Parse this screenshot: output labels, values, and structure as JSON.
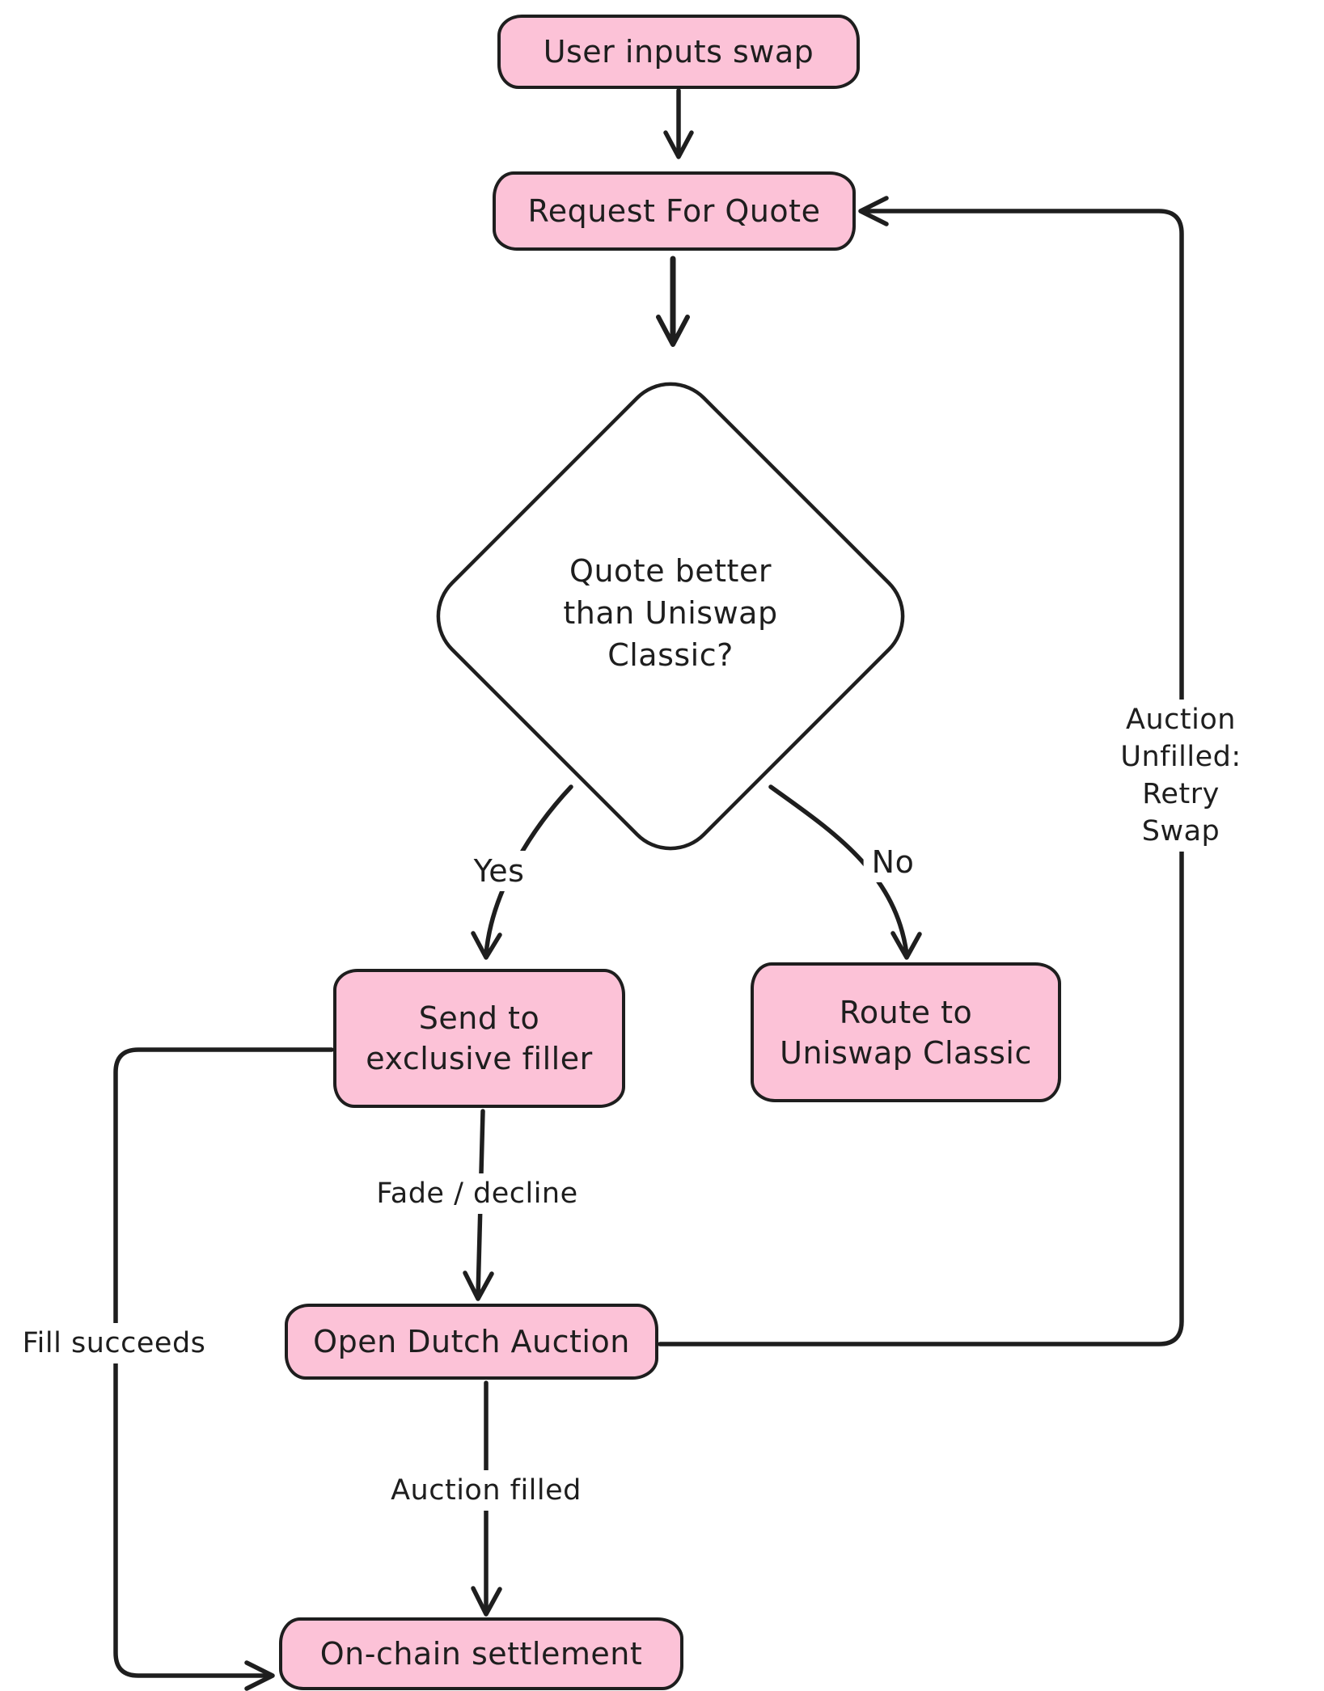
{
  "colors": {
    "node_fill": "#fcc2d7",
    "stroke": "#1e1e1e",
    "background": "#ffffff"
  },
  "nodes": {
    "user_inputs_swap": "User inputs swap",
    "request_for_quote": "Request For Quote",
    "decision": "Quote better\nthan Uniswap\nClassic?",
    "send_filler": "Send to\nexclusive filler",
    "route_classic": "Route to\nUniswap Classic",
    "open_auction": "Open Dutch Auction",
    "settlement": "On-chain settlement"
  },
  "edge_labels": {
    "yes": "Yes",
    "no": "No",
    "fade_decline": "Fade / decline",
    "auction_filled": "Auction filled",
    "fill_succeeds": "Fill succeeds",
    "auction_unfilled": "Auction Unfilled:\nRetry Swap"
  }
}
